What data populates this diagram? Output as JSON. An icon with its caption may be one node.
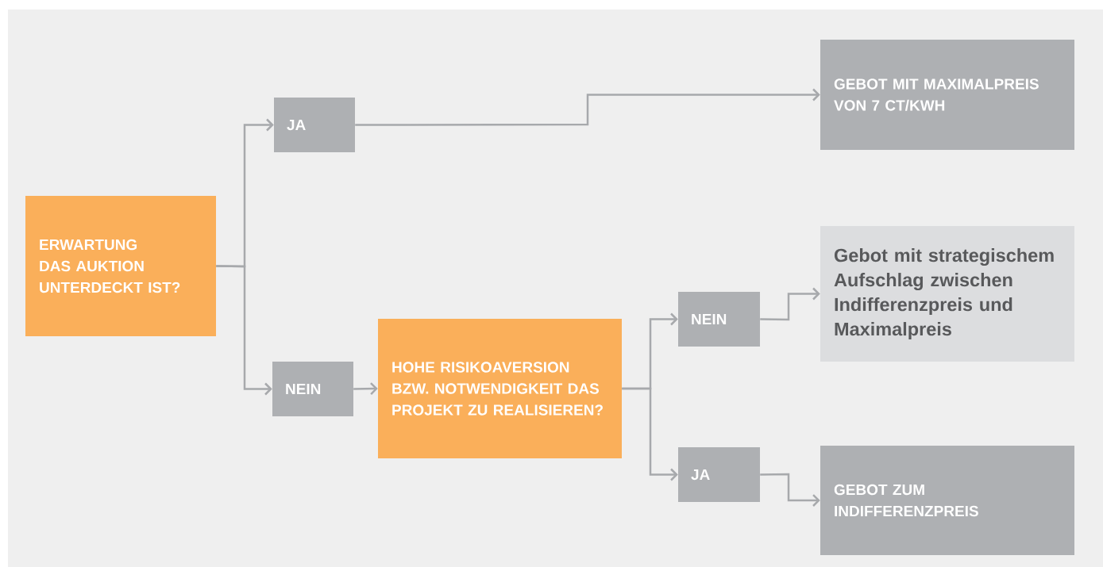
{
  "diagram": {
    "nodes": [
      {
        "text": [
          "ERWARTUNG DAS AUKTION UNTERDECKT IST?"
        ]
      },
      {
        "text": [
          "JA"
        ]
      },
      {
        "text": [
          "NEIN"
        ]
      },
      {
        "text": [
          "HOHE RISIKOAVERSION BZW. NOTWENDIGKEIT DAS PROJEKT ZU REALISIEREN?"
        ]
      },
      {
        "text": [
          "NEIN"
        ]
      },
      {
        "text": [
          "JA"
        ]
      },
      {
        "text": [
          "GEBOT MIT MAXIMALPREIS VON 7 CT/KWH"
        ]
      },
      {
        "text": [
          "Gebot mit strategischem Aufschlag zwischen Indifferenzpreis und Maximalpreis"
        ]
      },
      {
        "text": [
          "GEBOT ZUM INDIFFERENZPREIS"
        ]
      }
    ],
    "edges": [
      {
        "from": 0,
        "to": 1,
        "arrow": "to"
      },
      {
        "from": 0,
        "to": 2,
        "arrow": "to"
      },
      {
        "from": 1,
        "to": 6,
        "arrow": "to"
      },
      {
        "from": 2,
        "to": 3,
        "arrow": "to"
      },
      {
        "from": 3,
        "to": 4,
        "arrow": "to"
      },
      {
        "from": 3,
        "to": 5,
        "arrow": "to"
      },
      {
        "from": 4,
        "to": 7,
        "arrow": "to"
      },
      {
        "from": 5,
        "to": 8,
        "arrow": "to"
      }
    ]
  }
}
